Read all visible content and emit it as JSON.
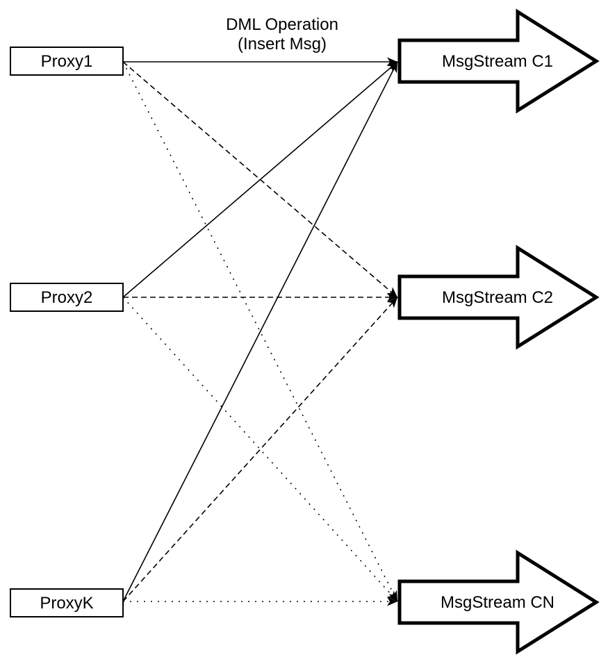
{
  "title": {
    "line1": "DML Operation",
    "line2": "(Insert Msg)"
  },
  "colors": {
    "ink": "#000000",
    "background": "#ffffff",
    "shape_fill": "#ffffff"
  },
  "diagram": {
    "proxies": [
      {
        "id": "proxy1",
        "label": "Proxy1"
      },
      {
        "id": "proxy2",
        "label": "Proxy2"
      },
      {
        "id": "proxyk",
        "label": "ProxyK"
      }
    ],
    "streams": [
      {
        "id": "c1",
        "label": "MsgStream C1"
      },
      {
        "id": "c2",
        "label": "MsgStream C2"
      },
      {
        "id": "cn",
        "label": "MsgStream CN"
      }
    ],
    "edges": [
      {
        "from": "proxy1",
        "to": "c1",
        "style": "solid"
      },
      {
        "from": "proxy2",
        "to": "c1",
        "style": "solid"
      },
      {
        "from": "proxyk",
        "to": "c1",
        "style": "solid"
      },
      {
        "from": "proxy1",
        "to": "c2",
        "style": "dashed"
      },
      {
        "from": "proxy2",
        "to": "c2",
        "style": "dashed"
      },
      {
        "from": "proxyk",
        "to": "c2",
        "style": "dashed"
      },
      {
        "from": "proxy1",
        "to": "cn",
        "style": "dotted"
      },
      {
        "from": "proxy2",
        "to": "cn",
        "style": "dotted"
      },
      {
        "from": "proxyk",
        "to": "cn",
        "style": "dotted"
      }
    ]
  }
}
